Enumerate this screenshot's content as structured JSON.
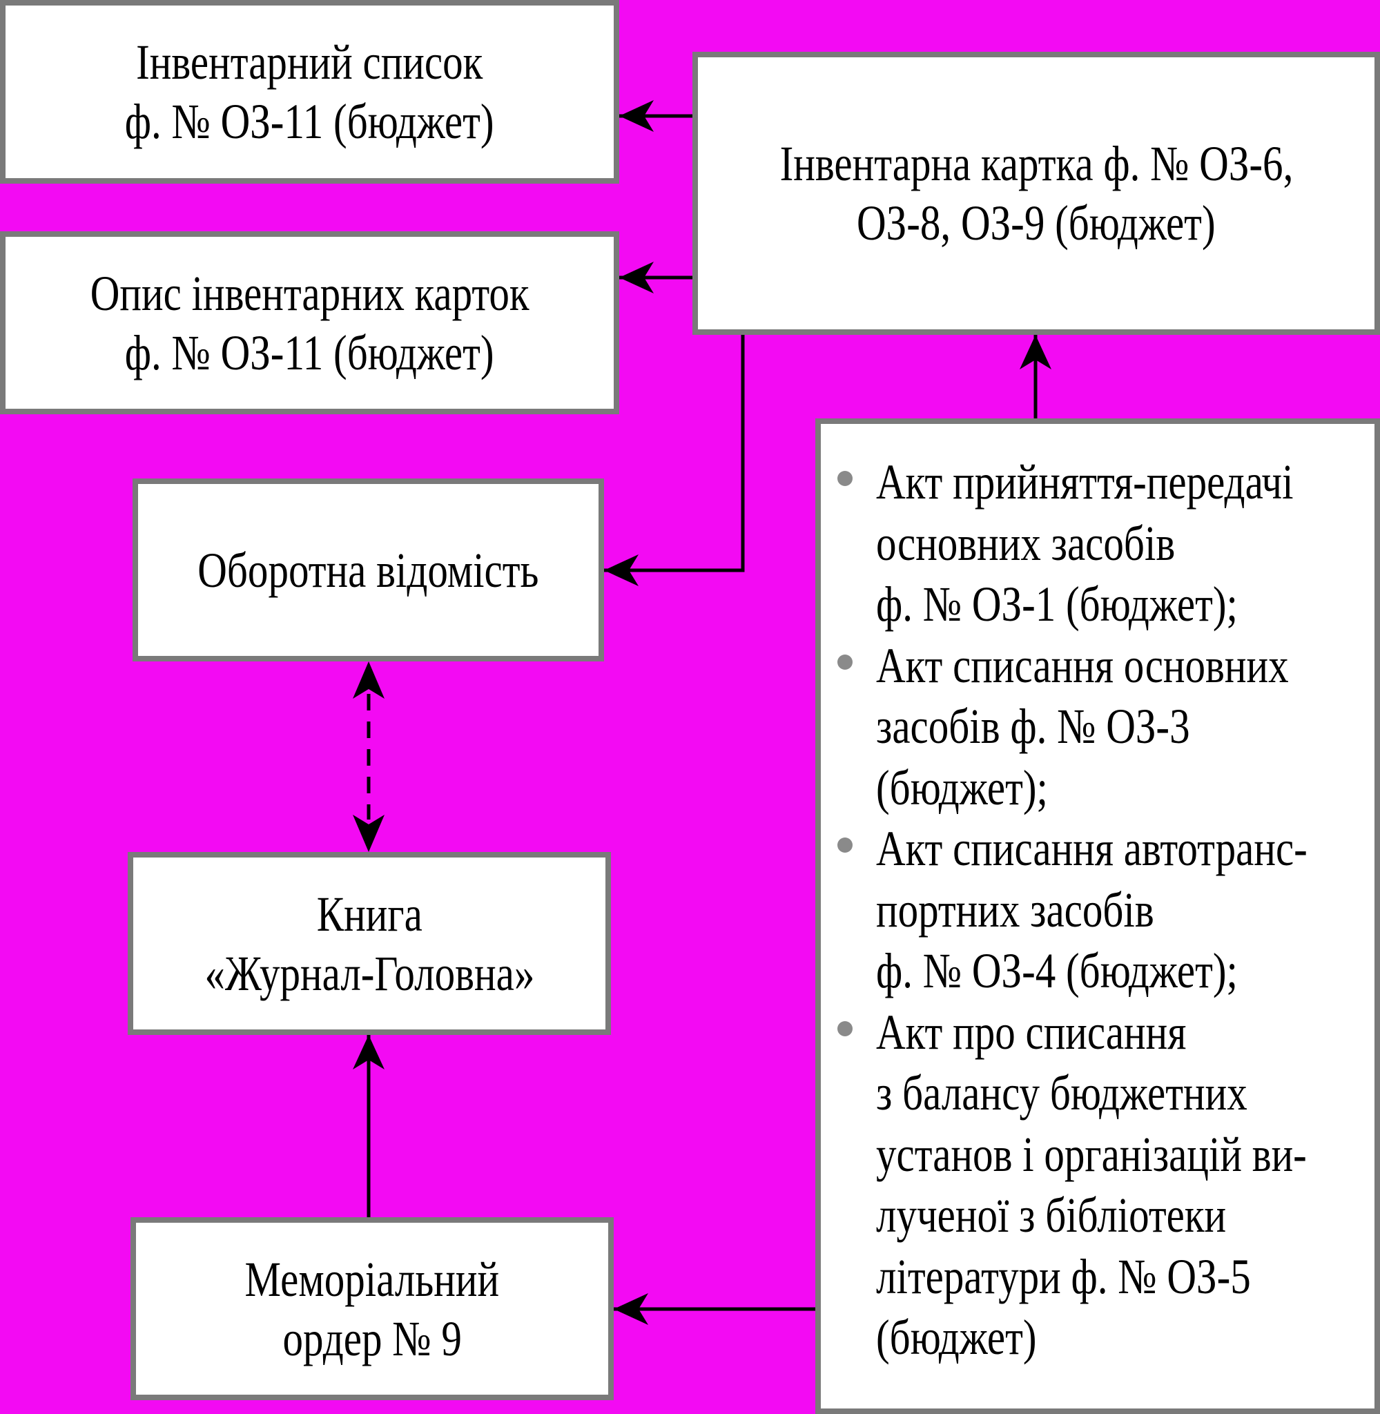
{
  "colors": {
    "background": "#f30af3",
    "box_fill": "#ffffff",
    "box_border": "#7a7a7a",
    "arrow": "#000000",
    "bullet": "#8a8a8a"
  },
  "inventory_list": {
    "lines": [
      "Інвентарний список",
      "ф. № ОЗ-11 (бюджет)"
    ]
  },
  "inventory_card": {
    "lines": [
      "Інвентарна картка ф. № ОЗ-6,",
      "ОЗ-8, ОЗ-9 (бюджет)"
    ]
  },
  "card_description": {
    "lines": [
      "Опис інвентарних карток",
      "ф. № ОЗ-11 (бюджет)"
    ]
  },
  "turnover_sheet": {
    "lines": [
      "Оборотна відомість"
    ]
  },
  "journal_book": {
    "lines": [
      "Книга",
      "«Журнал-Головна»"
    ]
  },
  "memorial_order": {
    "lines": [
      "Меморіальний",
      "ордер № 9"
    ]
  },
  "acts": [
    {
      "lines": [
        "Акт прийняття-передачі",
        "основних засобів",
        "ф. № ОЗ-1 (бюджет);"
      ]
    },
    {
      "lines": [
        "Акт списання основних",
        "засобів ф. № ОЗ-3",
        "(бюджет);"
      ]
    },
    {
      "lines": [
        "Акт списання автотранс-",
        "портних засобів",
        "ф. № ОЗ-4 (бюджет);"
      ]
    },
    {
      "lines": [
        "Акт про списання",
        "з балансу бюджетних",
        "установ і організацій ви-",
        "лученої з бібліотеки",
        "літератури ф. № ОЗ-5",
        "(бюджет)"
      ]
    }
  ]
}
